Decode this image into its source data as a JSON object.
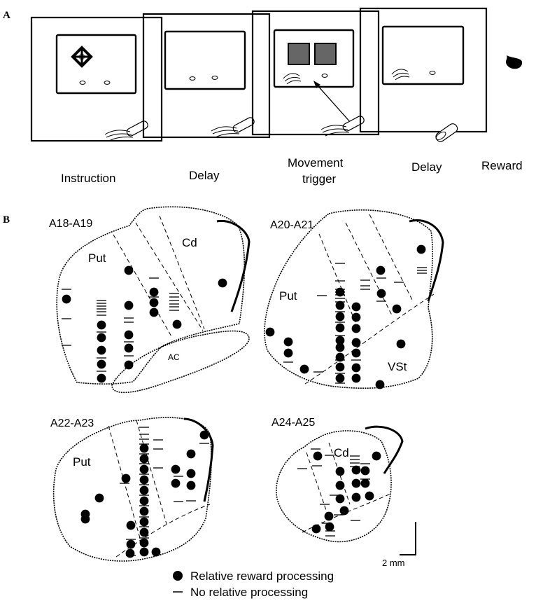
{
  "panels": {
    "a": {
      "letter": "A",
      "stages": [
        "Instruction",
        "Delay",
        "Movement",
        "trigger",
        "Delay",
        "Reward"
      ]
    },
    "b": {
      "letter": "B",
      "sections": [
        "A18-A19",
        "A20-A21",
        "A22-A23",
        "A24-A25"
      ],
      "regions": {
        "put": "Put",
        "cd": "Cd",
        "ac": "AC",
        "vst": "VSt"
      },
      "scale_bar": "2 mm",
      "legend": {
        "dot": "Relative reward processing",
        "dash": "No relative processing"
      }
    }
  }
}
